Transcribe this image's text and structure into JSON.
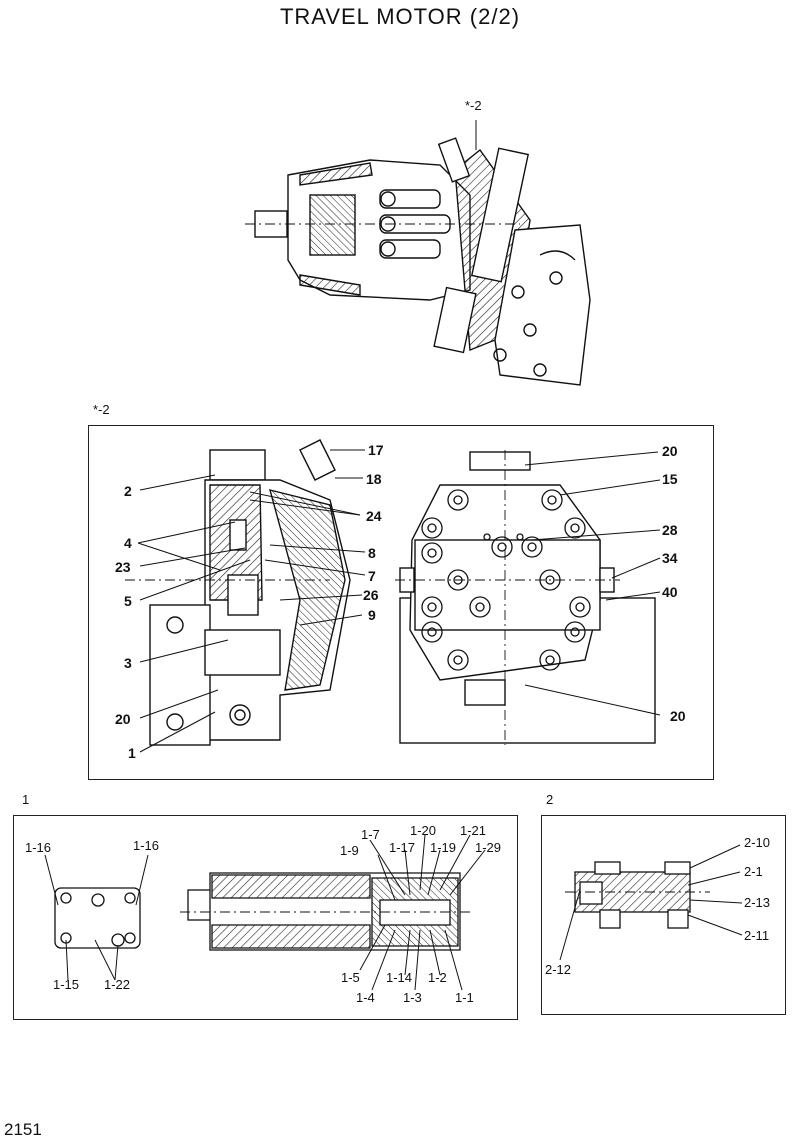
{
  "title": "TRAVEL  MOTOR (2/2)",
  "page_number": "2151",
  "top_ref": "*-2",
  "section_ref": "*-2",
  "section1_id": "1",
  "section2_id": "2",
  "callouts_main": {
    "c17": "17",
    "c18": "18",
    "c2": "2",
    "c24": "24",
    "c4": "4",
    "c8": "8",
    "c23": "23",
    "c7": "7",
    "c5": "5",
    "c26": "26",
    "c9": "9",
    "c3": "3",
    "c20a": "20",
    "c1": "1",
    "r20": "20",
    "r15": "15",
    "r28": "28",
    "r34": "34",
    "r40": "40",
    "r20b": "20"
  },
  "callouts_1": {
    "a16l": "1-16",
    "a16r": "1-16",
    "a15": "1-15",
    "a22": "1-22",
    "a7": "1-7",
    "a20": "1-20",
    "a21": "1-21",
    "a9": "1-9",
    "a17": "1-17",
    "a19": "1-19",
    "a29": "1-29",
    "a5": "1-5",
    "a14": "1-14",
    "a2": "1-2",
    "a4": "1-4",
    "a3": "1-3",
    "a1": "1-1"
  },
  "callouts_2": {
    "b10": "2-10",
    "b1": "2-1",
    "b13": "2-13",
    "b11": "2-11",
    "b12": "2-12"
  }
}
